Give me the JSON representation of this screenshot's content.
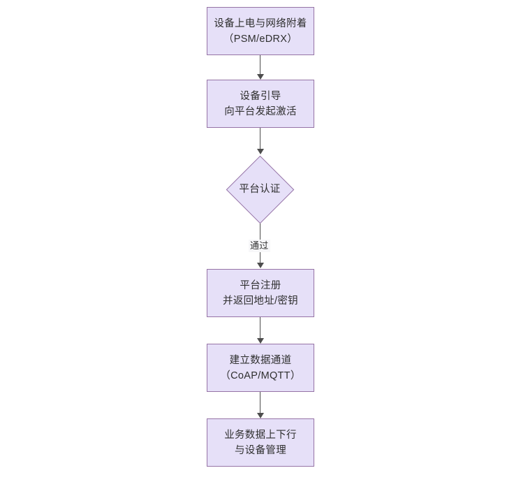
{
  "diagram": {
    "type": "flowchart",
    "orientation": "top-to-bottom",
    "background_color": "#ffffff",
    "node_fill_color": "#e6e0f8",
    "node_border_color": "#9673a6",
    "text_color": "#2f2f2f",
    "connector_color": "#4d4d4d",
    "nodes": [
      {
        "id": "power-on",
        "shape": "rectangle",
        "line1": "设备上电与网络附着",
        "line2": "（PSM/eDRX）"
      },
      {
        "id": "bootstrap",
        "shape": "rectangle",
        "line1": "设备引导",
        "line2": "向平台发起激活"
      },
      {
        "id": "platform-auth",
        "shape": "diamond",
        "line1": "平台认证",
        "line2": ""
      },
      {
        "id": "platform-register",
        "shape": "rectangle",
        "line1": "平台注册",
        "line2": "并返回地址/密钥"
      },
      {
        "id": "data-channel",
        "shape": "rectangle",
        "line1": "建立数据通道",
        "line2": "（CoAP/MQTT）"
      },
      {
        "id": "business-data",
        "shape": "rectangle",
        "line1": "业务数据上下行",
        "line2": "与设备管理"
      }
    ],
    "edges": [
      {
        "from": "power-on",
        "to": "bootstrap",
        "label": ""
      },
      {
        "from": "bootstrap",
        "to": "platform-auth",
        "label": ""
      },
      {
        "from": "platform-auth",
        "to": "platform-register",
        "label": "通过"
      },
      {
        "from": "platform-register",
        "to": "data-channel",
        "label": ""
      },
      {
        "from": "data-channel",
        "to": "business-data",
        "label": ""
      }
    ]
  }
}
